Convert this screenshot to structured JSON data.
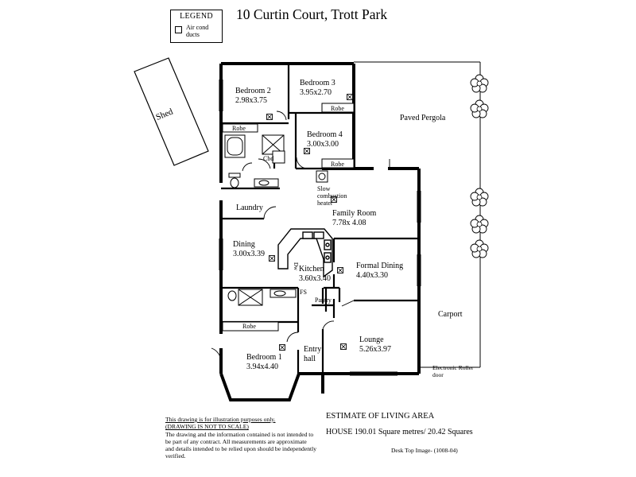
{
  "title": "10 Curtin Court, Trott Park",
  "legend": {
    "title": "LEGEND",
    "item_label": "Air cond ducts",
    "item_icon": "air-con-duct-icon"
  },
  "rooms": {
    "bedroom2_name": "Bedroom 2",
    "bedroom2_size": "2.98x3.75",
    "bedroom3_name": "Bedroom 3",
    "bedroom3_size": "3.95x2.70",
    "bedroom4_name": "Bedroom 4",
    "bedroom4_size": "3.00x3.00",
    "bedroom1_name": "Bedroom 1",
    "bedroom1_size": "3.94x4.40",
    "family_name": "Family Room",
    "family_size": "7.78x 4.08",
    "dining_name": "Dining",
    "dining_size": "3.00x3.39",
    "kitchen_name": "Kitchen",
    "kitchen_size": "3.60x3.40",
    "formal_name": "Formal Dining",
    "formal_size": "4.40x3.30",
    "lounge_name": "Lounge",
    "lounge_size": "5.26x3.97",
    "laundry": "Laundry",
    "entry1": "Entry",
    "entry2": "hall",
    "pantry": "Pantry",
    "fs": "FS",
    "dw": "Dw",
    "robe": "Robe",
    "cbd": "Cbd"
  },
  "outdoor": {
    "shed": "Shed",
    "pergola": "Paved Pergola",
    "carport": "Carport",
    "roller1": "Electronic Roller",
    "roller2": "door"
  },
  "heater": [
    "Slow",
    "combustion",
    "heater"
  ],
  "disclaimer": {
    "line1": "This drawing is for illustration purposes only.",
    "line2": "(DRAWING IS NOT TO SCALE)",
    "body": "The drawing and the information contained is not intended to be part of any contract.  All measurements are approximate and details intended to be relied upon should be independently verified."
  },
  "estimate": {
    "title": "ESTIMATE OF LIVING AREA",
    "house": "HOUSE 190.01 Square metres/ 20.42 Squares"
  },
  "footer": "Desk Top Image-  (1008-04)"
}
